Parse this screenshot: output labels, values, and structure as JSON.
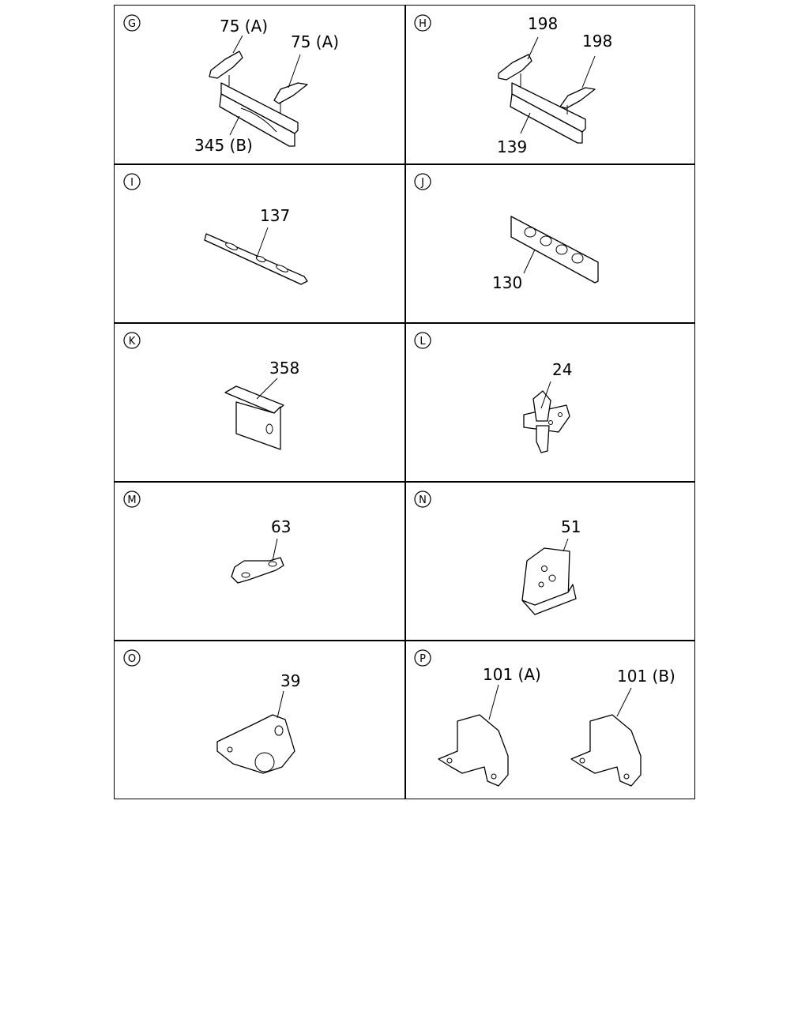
{
  "panels": [
    {
      "letter": "G",
      "labels": [
        "75 (A)",
        "75 (A)",
        "345 (B)"
      ]
    },
    {
      "letter": "H",
      "labels": [
        "198",
        "198",
        "139"
      ]
    },
    {
      "letter": "I",
      "labels": [
        "137"
      ]
    },
    {
      "letter": "J",
      "labels": [
        "130"
      ]
    },
    {
      "letter": "K",
      "labels": [
        "358"
      ]
    },
    {
      "letter": "L",
      "labels": [
        "24"
      ]
    },
    {
      "letter": "M",
      "labels": [
        "63"
      ]
    },
    {
      "letter": "N",
      "labels": [
        "51"
      ]
    },
    {
      "letter": "O",
      "labels": [
        "39"
      ]
    },
    {
      "letter": "P",
      "labels": [
        "101 (A)",
        "101 (B)"
      ]
    }
  ]
}
